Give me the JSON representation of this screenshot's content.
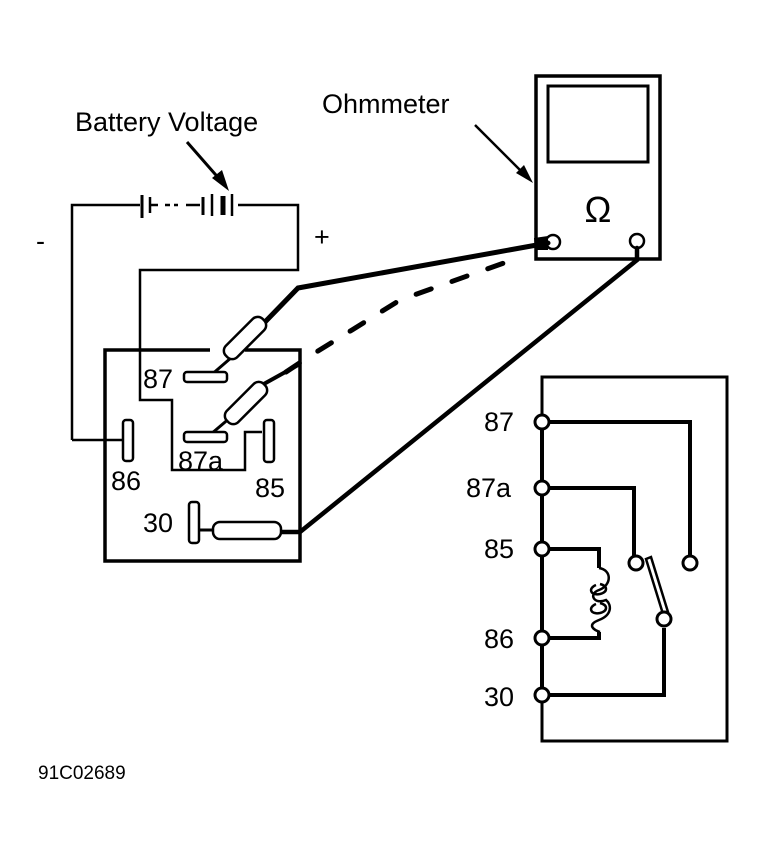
{
  "figure": {
    "code": "91C02689",
    "ink_color": "#000000",
    "background": "#ffffff"
  },
  "labels": {
    "battery": "Battery Voltage",
    "ohmmeter": "Ohmmeter",
    "negative": "-",
    "positive": "+",
    "ohm_symbol": "Ω"
  },
  "relay_pictorial": {
    "pins": {
      "p87": "87",
      "p87a": "87a",
      "p86": "86",
      "p85": "85",
      "p30": "30"
    }
  },
  "relay_schematic": {
    "pins": [
      "87",
      "87a",
      "85",
      "86",
      "30"
    ]
  }
}
